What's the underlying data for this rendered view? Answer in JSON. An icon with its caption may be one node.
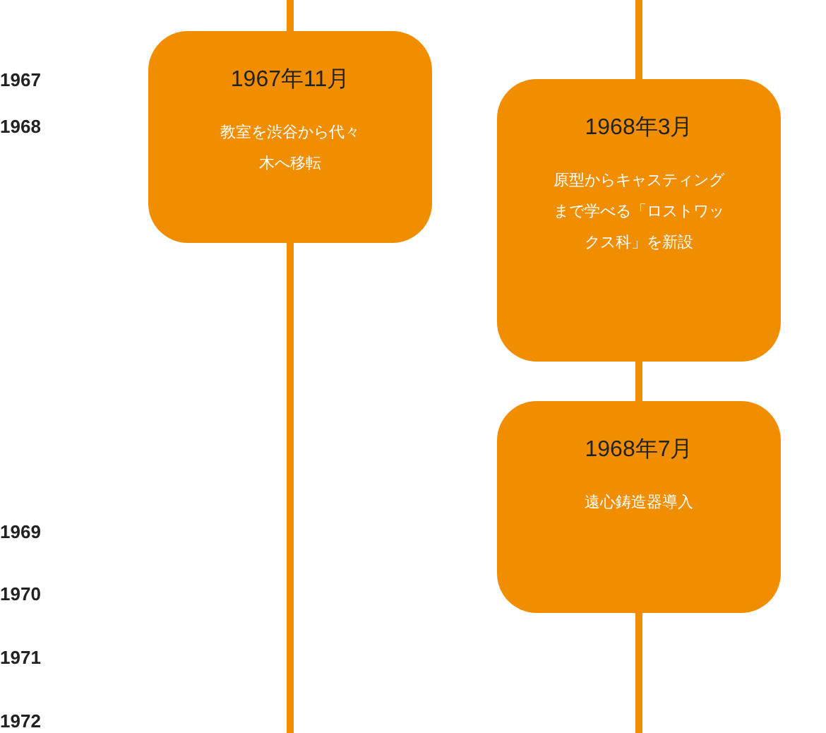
{
  "diagram": {
    "nodes": [
      {
        "text": [
          "1967年11月",
          "教室を渋谷から代々木へ移転"
        ]
      },
      {
        "text": [
          "1968年3月",
          "原型からキャスティングまで学べる「ロストワックス科」を新設"
        ]
      },
      {
        "text": [
          "1968年7月",
          "遠心鋳造器導入"
        ]
      }
    ],
    "edges": [
      {
        "from": null,
        "to": 0,
        "arrow": "none"
      },
      {
        "from": 0,
        "to": null,
        "arrow": "none"
      },
      {
        "from": null,
        "to": 1,
        "arrow": "none"
      },
      {
        "from": 1,
        "to": 2,
        "arrow": "none"
      },
      {
        "from": 2,
        "to": null,
        "arrow": "none"
      }
    ],
    "labels": [
      "1967",
      "1968",
      "1969",
      "1970",
      "1971",
      "1972"
    ]
  }
}
